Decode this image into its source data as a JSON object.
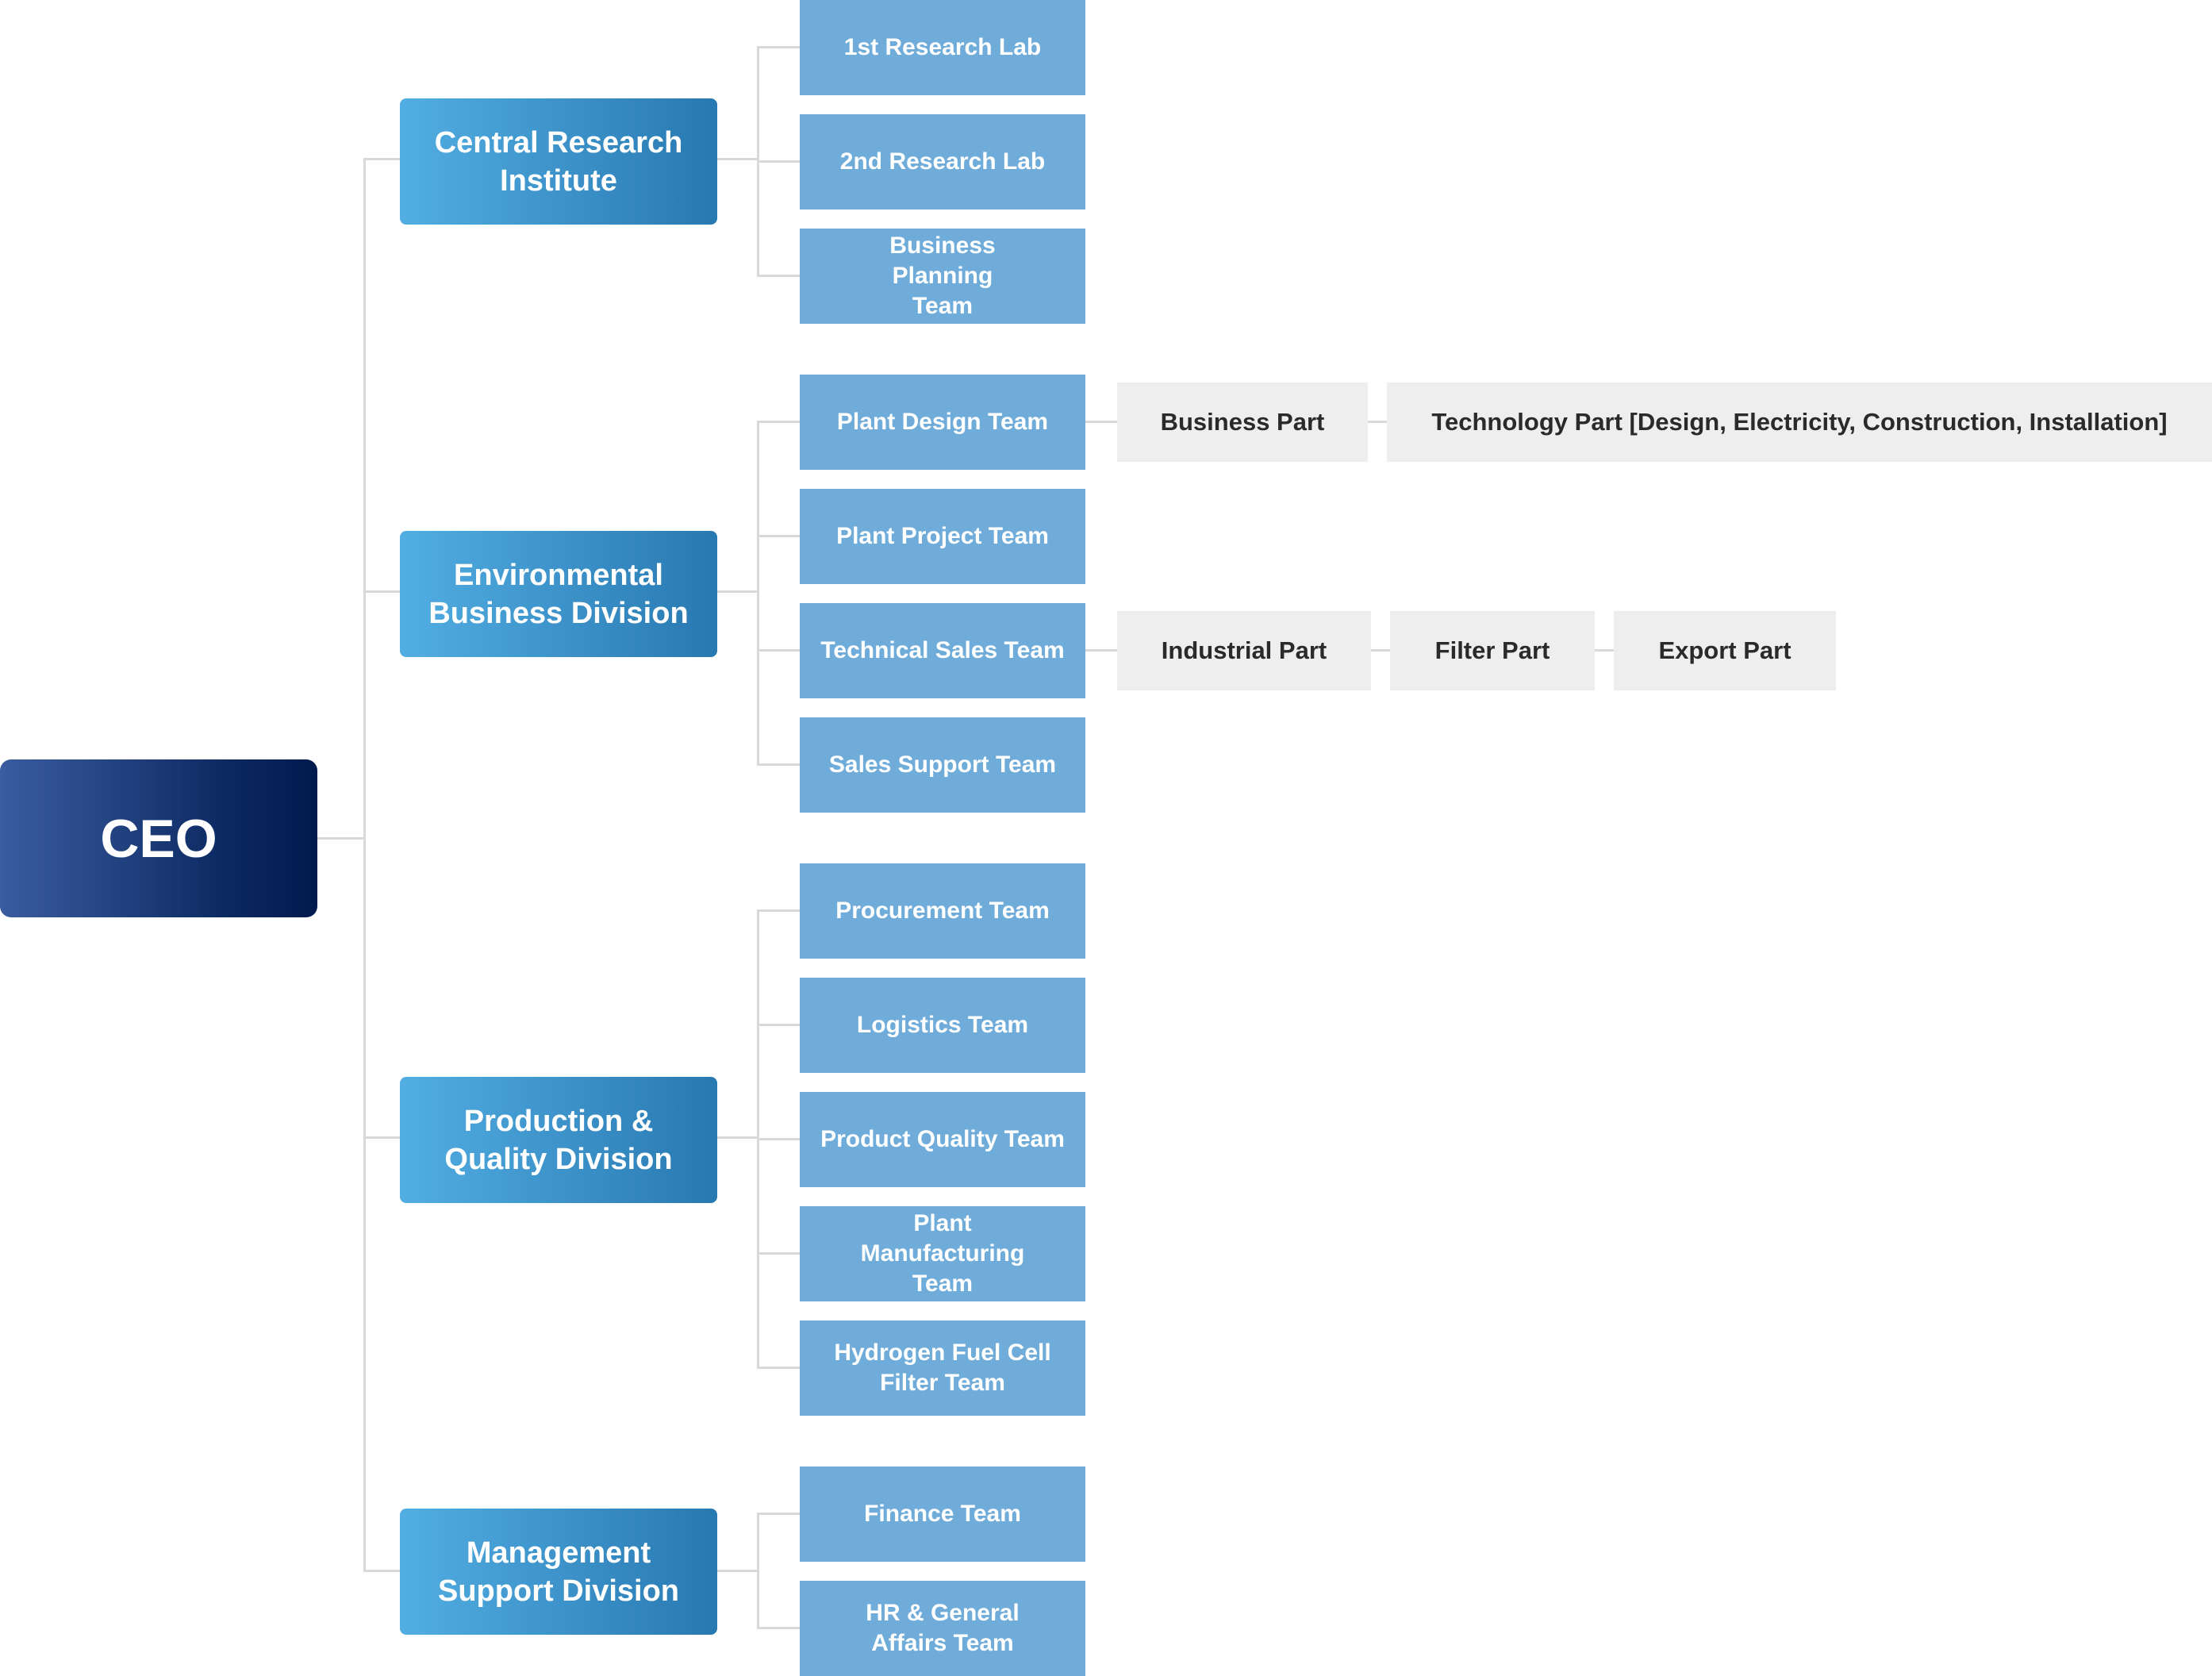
{
  "org": {
    "ceo": "CEO",
    "divisions": [
      {
        "label": "Central Research Institute",
        "teams": [
          {
            "label": "1st Research Lab",
            "parts": []
          },
          {
            "label": "2nd Research Lab",
            "parts": []
          },
          {
            "label": "Business Planning Team",
            "parts": []
          }
        ]
      },
      {
        "label": "Environmental Business Division",
        "teams": [
          {
            "label": "Plant Design Team",
            "parts": [
              "Business Part",
              "Technology Part [Design, Electricity, Construction, Installation]"
            ]
          },
          {
            "label": "Plant Project Team",
            "parts": []
          },
          {
            "label": "Technical Sales Team",
            "parts": [
              "Industrial Part",
              "Filter Part",
              "Export Part"
            ]
          },
          {
            "label": "Sales Support Team",
            "parts": []
          }
        ]
      },
      {
        "label": "Production & Quality Division",
        "teams": [
          {
            "label": "Procurement Team",
            "parts": []
          },
          {
            "label": "Logistics Team",
            "parts": []
          },
          {
            "label": "Product Quality Team",
            "parts": []
          },
          {
            "label": "Plant Manufacturing Team",
            "parts": []
          },
          {
            "label": "Hydrogen Fuel Cell Filter Team",
            "parts": []
          }
        ]
      },
      {
        "label": "Management Support Division",
        "teams": [
          {
            "label": "Finance Team",
            "parts": []
          },
          {
            "label": "HR & General Affairs Team",
            "parts": []
          }
        ]
      }
    ]
  },
  "colors": {
    "ceo_gradient": [
      "#3a5ca0",
      "#001a4d"
    ],
    "division_gradient": [
      "#52aee3",
      "#2878b1"
    ],
    "team_fill": "#70acd9",
    "part_fill": "#eeeeee",
    "connector": "#d9d9d9"
  }
}
